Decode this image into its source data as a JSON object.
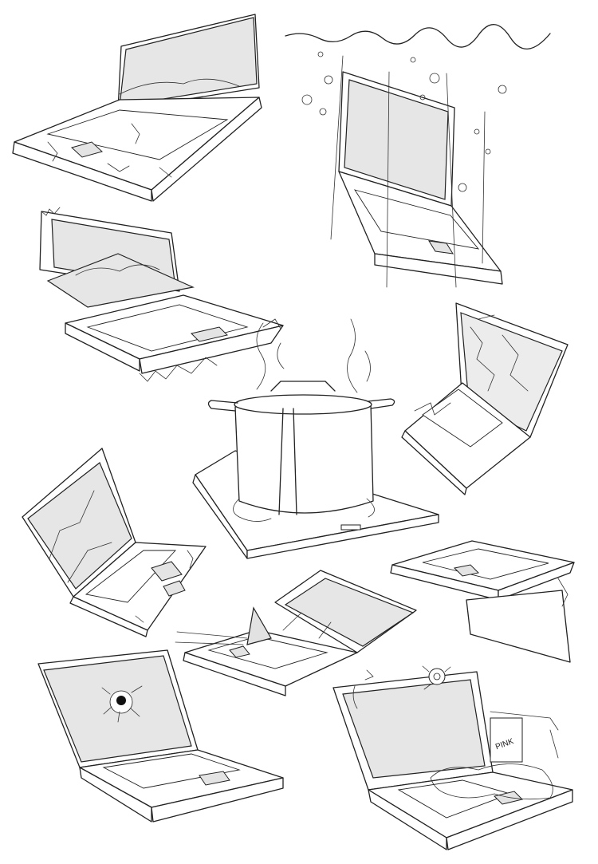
{
  "illustration": {
    "style": "line-art",
    "panels": [
      {
        "name": "cracked-laptop"
      },
      {
        "name": "sinking-laptop"
      },
      {
        "name": "bitten-laptop"
      },
      {
        "name": "cooking-pot-laptop"
      },
      {
        "name": "shattered-screen-laptop"
      },
      {
        "name": "broken-hinge-laptop"
      },
      {
        "name": "folded-laptop"
      },
      {
        "name": "shark-fin-laptop"
      },
      {
        "name": "bullet-hole-laptop"
      },
      {
        "name": "melted-pink-laptop"
      }
    ],
    "label_text": "PINK"
  }
}
